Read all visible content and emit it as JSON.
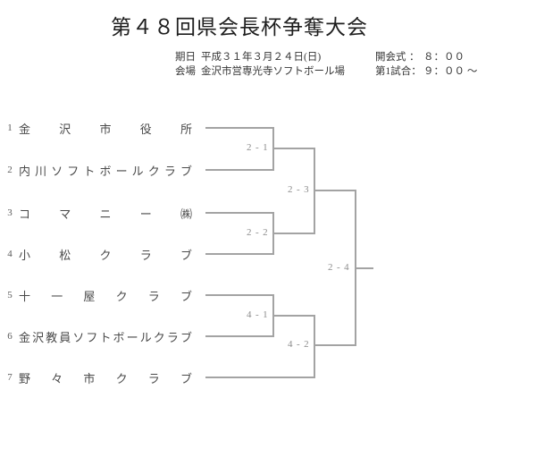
{
  "title": "第４８回県会長杯争奪大会",
  "info": {
    "date_label": "期日",
    "date_value": "平成３１年３月２４日(日)",
    "venue_label": "会場",
    "venue_value": "金沢市営専光寺ソフトボール場",
    "opening_label": "開会式",
    "opening_sep": "：",
    "opening_time": "８：００",
    "first_game_label": "第1試合：",
    "first_game_time": "９：００ ～"
  },
  "teams": [
    {
      "no": "1",
      "name": "金沢市役所"
    },
    {
      "no": "2",
      "name": "内川ソフトボールクラブ"
    },
    {
      "no": "3",
      "name": "コマニー㈱"
    },
    {
      "no": "4",
      "name": "小松クラブ"
    },
    {
      "no": "5",
      "name": "十一屋クラブ"
    },
    {
      "no": "6",
      "name": "金沢教員ソフトボールクラブ"
    },
    {
      "no": "7",
      "name": "野々市クラブ"
    }
  ],
  "games": [
    {
      "id": "2-1"
    },
    {
      "id": "2-2"
    },
    {
      "id": "4-1"
    },
    {
      "id": "2-3"
    },
    {
      "id": "4-2"
    },
    {
      "id": "2-4"
    }
  ],
  "colors": {
    "line": "#a3a3a3",
    "title_text": "#1e1e1e",
    "body_text": "#4a4a4a",
    "label_text": "#8c8c8c"
  }
}
